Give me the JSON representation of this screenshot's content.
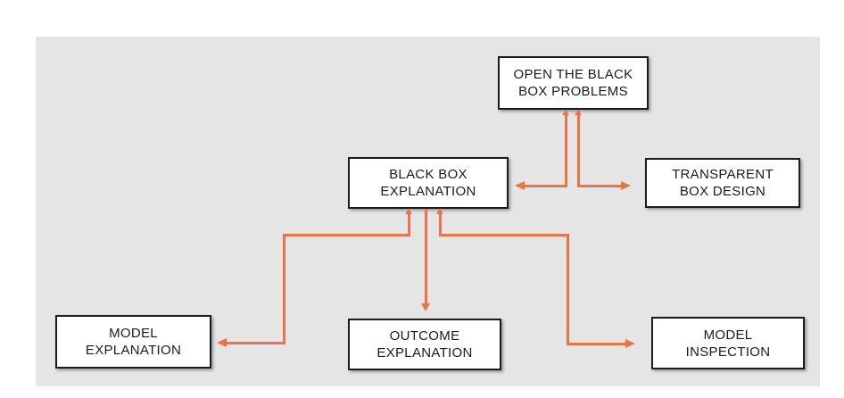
{
  "diagram": {
    "nodes": {
      "open_problems": {
        "line1": "OPEN THE BLACK",
        "line2": "BOX PROBLEMS"
      },
      "black_box_explanation": {
        "line1": "BLACK BOX",
        "line2": "EXPLANATION"
      },
      "transparent_box_design": {
        "line1": "TRANSPARENT",
        "line2": "BOX DESIGN"
      },
      "model_explanation": {
        "line1": "MODEL",
        "line2": "EXPLANATION"
      },
      "outcome_explanation": {
        "line1": "OUTCOME",
        "line2": "EXPLANATION"
      },
      "model_inspection": {
        "line1": "MODEL",
        "line2": "INSPECTION"
      }
    },
    "edges": [
      {
        "between": [
          "black_box_explanation",
          "open_problems"
        ],
        "arrowheads": "both"
      },
      {
        "between": [
          "transparent_box_design",
          "open_problems"
        ],
        "arrowheads": "both"
      },
      {
        "between": [
          "model_explanation",
          "black_box_explanation"
        ],
        "arrowheads": "both"
      },
      {
        "from": "black_box_explanation",
        "to": "outcome_explanation",
        "arrowheads": "to"
      },
      {
        "between": [
          "model_inspection",
          "black_box_explanation"
        ],
        "arrowheads": "both"
      }
    ],
    "colors": {
      "background": "#ffffff",
      "panel": "#e5e5e5",
      "box_fill": "#ffffff",
      "box_border": "#1b1b1b",
      "text": "#1b1b1b",
      "arrow": "#ee7245"
    }
  }
}
